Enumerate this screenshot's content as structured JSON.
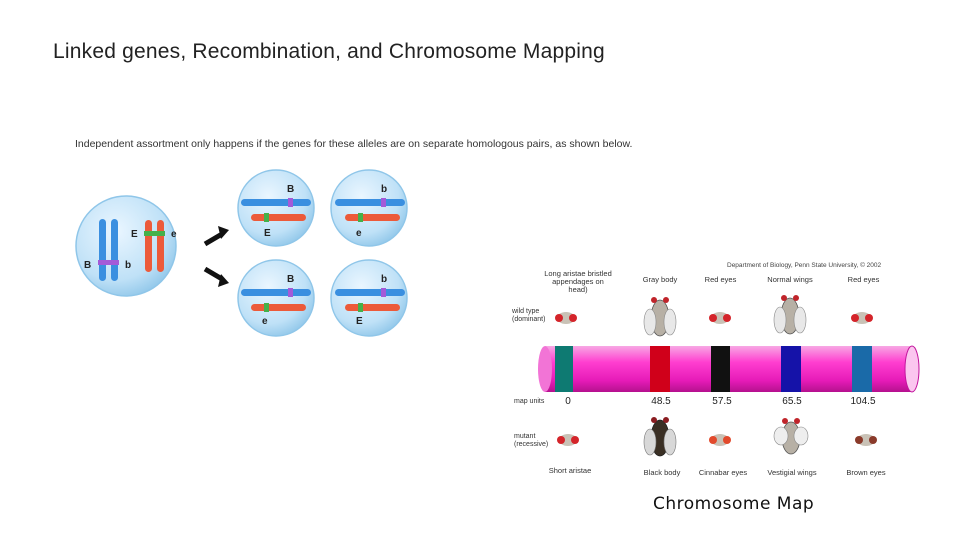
{
  "slide": {
    "title": "Linked genes, Recombination, and Chromosome Mapping",
    "caption": "Chromosome Map"
  },
  "assortment": {
    "intro": "Independent assortment only happens if the genes for these alleles are on separate homologous pairs, as shown below.",
    "parent_labels": [
      "B",
      "b",
      "E",
      "e"
    ],
    "gametes": [
      {
        "top": "B",
        "bottom": "E"
      },
      {
        "top": "b",
        "bottom": "e"
      },
      {
        "top": "B",
        "bottom": "e"
      },
      {
        "top": "b",
        "bottom": "E"
      }
    ]
  },
  "map": {
    "copyright": "Department of Biology, Penn State University, © 2002",
    "row_labels": {
      "wild": "wild type (dominant)",
      "units": "map units",
      "mutant": "mutant (recessive)"
    },
    "dominant_traits": [
      "Long aristae bristled appendages on head)",
      "Gray body",
      "Red eyes",
      "Normal wings",
      "Red eyes"
    ],
    "map_units": [
      "0",
      "48.5",
      "57.5",
      "65.5",
      "104.5"
    ],
    "recessive_traits": [
      "Short aristae",
      "Black body",
      "Cinnabar eyes",
      "Vestigial wings",
      "Brown eyes"
    ],
    "band_colors": [
      "#0e7a72",
      "#d0001a",
      "#111111",
      "#1512a8",
      "#1a6aa8"
    ]
  }
}
